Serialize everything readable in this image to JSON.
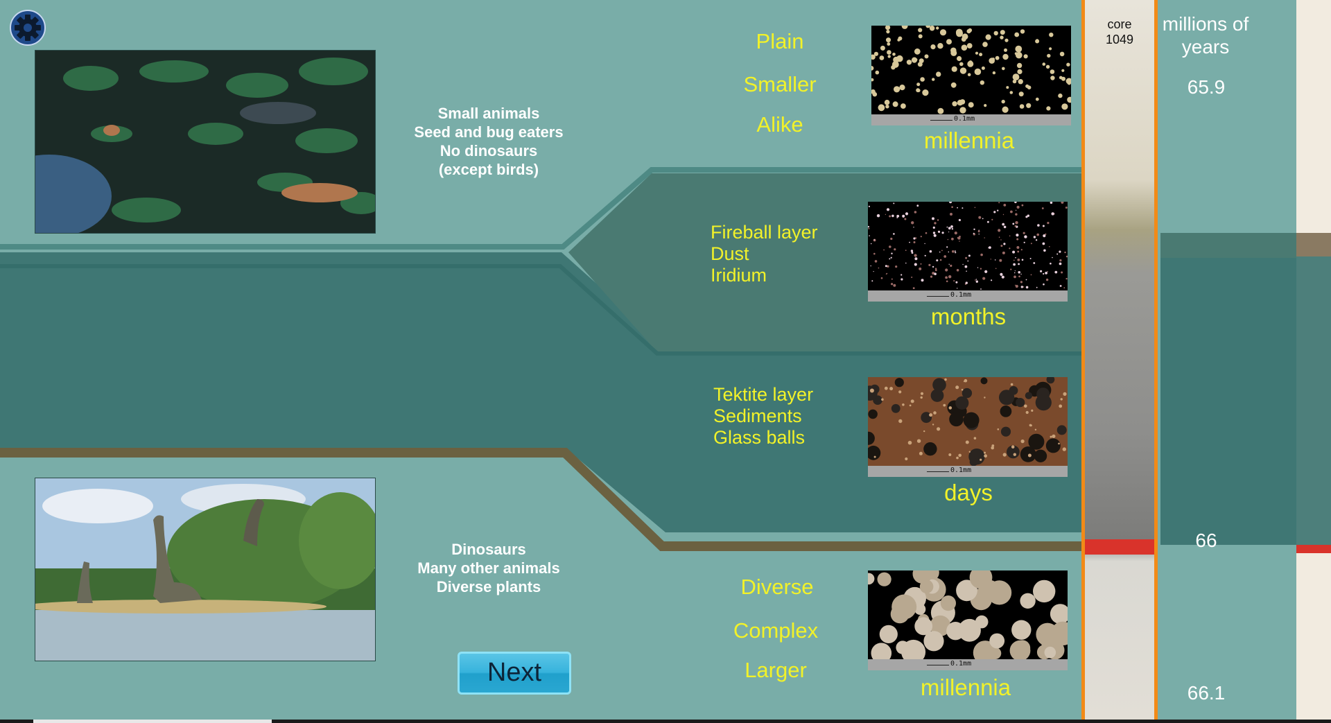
{
  "top_panel": {
    "description": [
      "Small animals",
      "Seed and bug eaters",
      "No dinosaurs",
      "(except birds)"
    ],
    "traits": [
      "Plain",
      "Smaller",
      "Alike"
    ],
    "timescale": "millennia"
  },
  "fireball_layer": {
    "labels": [
      "Fireball layer",
      "Dust",
      "Iridium"
    ],
    "timescale": "months"
  },
  "tektite_layer": {
    "labels": [
      "Tektite layer",
      "Sediments",
      "Glass balls"
    ],
    "timescale": "days"
  },
  "bottom_panel": {
    "description": [
      "Dinosaurs",
      "Many other animals",
      "Diverse plants"
    ],
    "traits": [
      "Diverse",
      "Complex",
      "Larger"
    ],
    "timescale": "millennia"
  },
  "scale_label": "0.1mm",
  "core": {
    "label_line1": "core",
    "label_line2": "1049"
  },
  "age_axis": {
    "header_line1": "millions of",
    "header_line2": "years",
    "ticks": [
      "65.9",
      "66",
      "66.1"
    ]
  },
  "next_button": "Next",
  "colors": {
    "background": "#79ada8",
    "dark_band": "#3f7774",
    "fireball_band": "#4a7a72",
    "boundary_brown": "#6b6141",
    "text_yellow": "#f2f229",
    "core_border": "#f28a17",
    "boundary_red": "#d9332b",
    "button_blue": "#37b3dc"
  }
}
